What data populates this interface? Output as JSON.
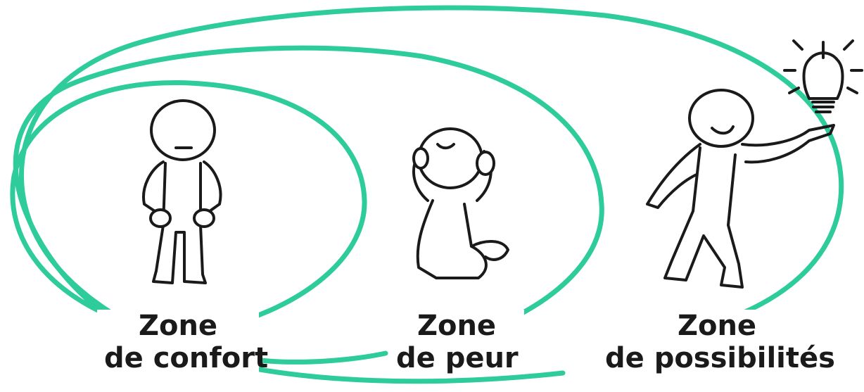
{
  "accent_color": "#2ecc9a",
  "ink_color": "#1a1a1a",
  "zones": [
    {
      "id": "confort",
      "line1": "Zone",
      "line2": "de confort"
    },
    {
      "id": "peur",
      "line1": "Zone",
      "line2": "de peur"
    },
    {
      "id": "possibilites",
      "line1": "Zone",
      "line2": "de possibilités"
    }
  ],
  "icons": [
    "standing-figure-icon",
    "crouching-figure-icon",
    "walking-figure-icon",
    "lightbulb-icon"
  ]
}
